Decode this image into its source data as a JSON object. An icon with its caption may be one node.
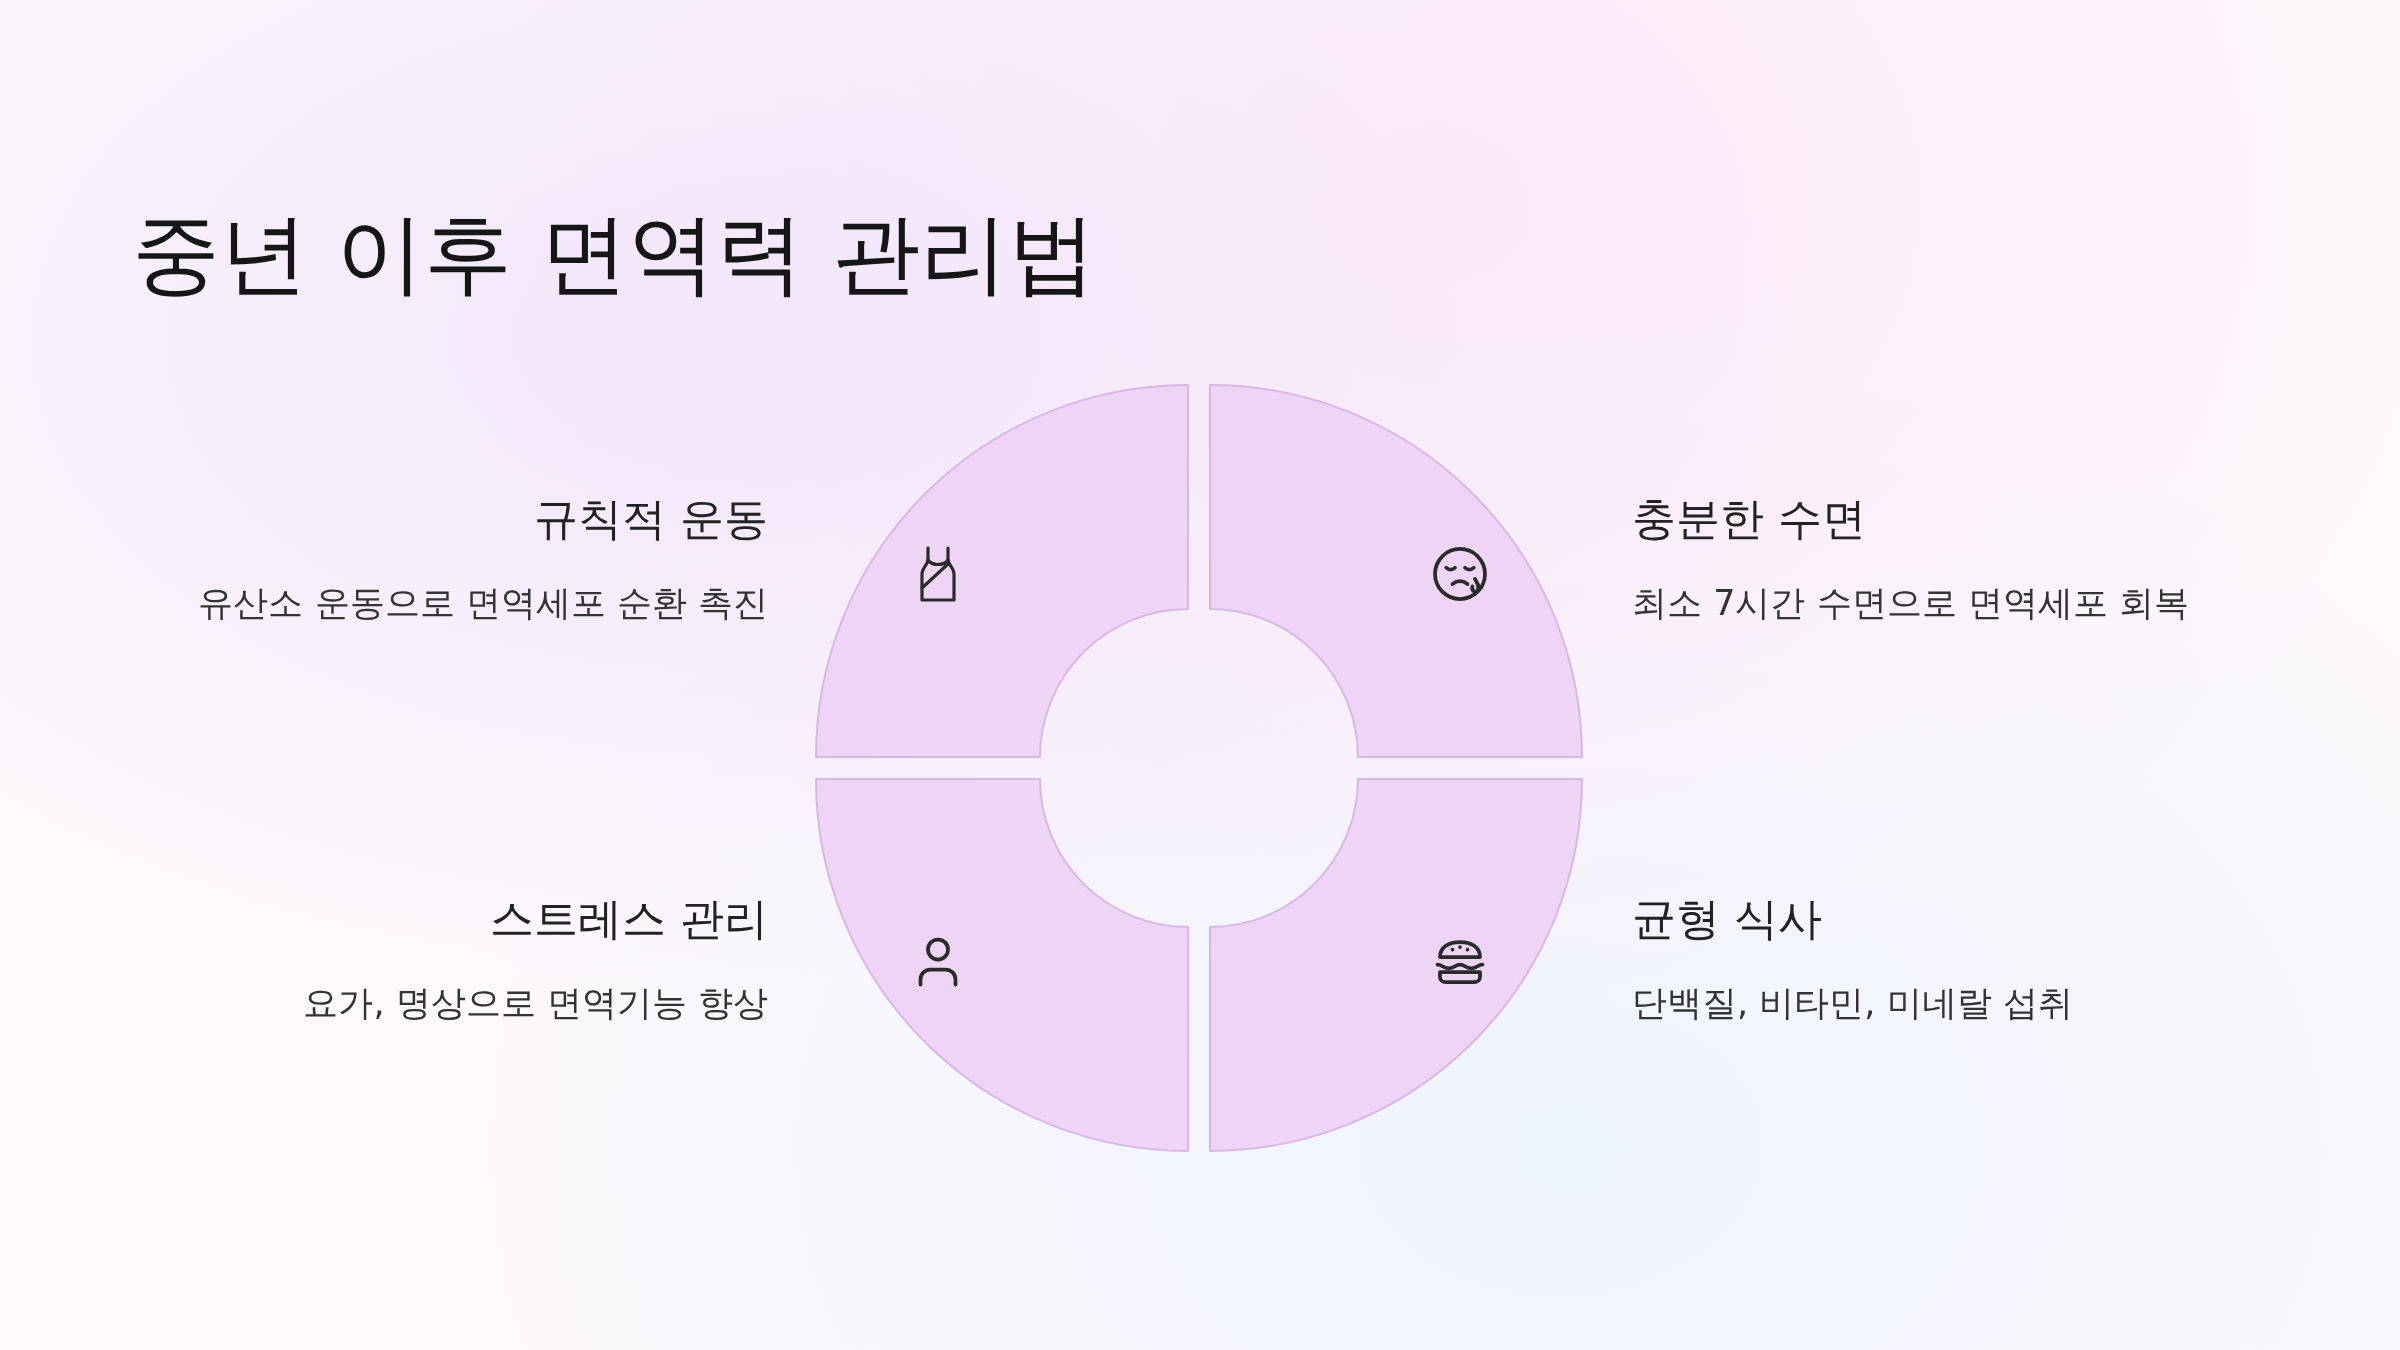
{
  "diagram": {
    "title": "중년 이후 면역력 관리법",
    "nodes": [
      {
        "text": [],
        "shape": "sector",
        "beside": [
          "규칙적 운동",
          "유산소 운동으로 면역세포 순환 촉진"
        ]
      },
      {
        "text": [],
        "shape": "sector",
        "beside": [
          "충분한 수면",
          "최소 7시간 수면으로 면역세포 회복"
        ]
      },
      {
        "text": [],
        "shape": "sector",
        "beside": [
          "스트레스 관리",
          "요가, 명상으로 면역기능 향상"
        ]
      },
      {
        "text": [],
        "shape": "sector",
        "beside": [
          "균형 식사",
          "단백질, 비타민, 미네랄 섭취"
        ]
      }
    ]
  }
}
